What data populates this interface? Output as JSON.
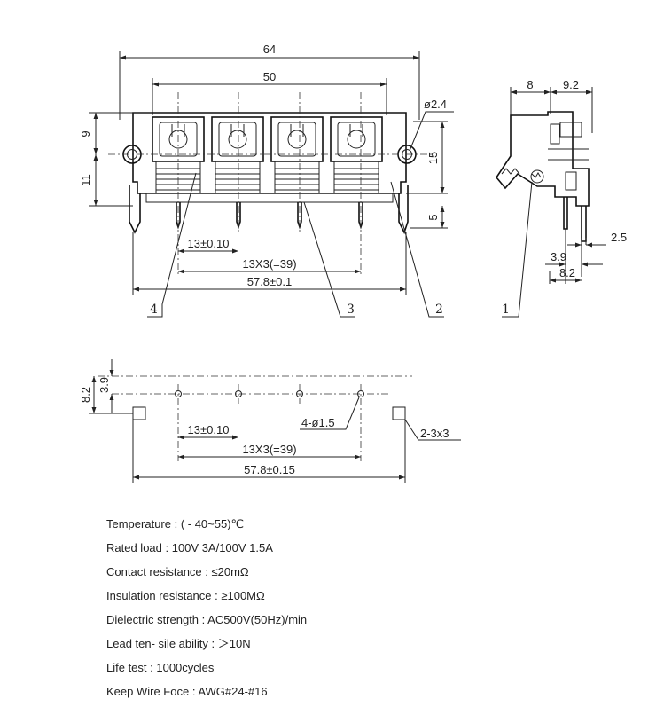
{
  "top_view": {
    "dims": {
      "overall_width": "64",
      "pitch_span": "50",
      "hole_dia": "ø2.4",
      "h_upper": "9",
      "h_lower": "11",
      "h_15": "15",
      "h_5": "5",
      "pitch": "13±0.10",
      "pitch_total": "13X3(=39)",
      "base_width": "57.8±0.1"
    },
    "callouts": [
      "4",
      "3",
      "2"
    ]
  },
  "side_view": {
    "dims": {
      "d8": "8",
      "d92": "9.2",
      "d25": "2.5",
      "d39": "3.9",
      "d82": "8.2"
    },
    "callouts": [
      "1"
    ]
  },
  "footprint": {
    "dims": {
      "v82": "8.2",
      "v39": "3.9",
      "holes": "4-ø1.5",
      "pitch": "13±0.10",
      "pitch_total": "13X3(=39)",
      "base_width": "57.8±0.15",
      "slots": "2-3x3"
    }
  },
  "specs": [
    "Temperature : ( - 40~55)℃",
    "Rated load : 100V 3A/100V 1.5A",
    "Contact resistance : ≤20mΩ",
    "Insulation resistance : ≥100MΩ",
    "Dielectric strength : AC500V(50Hz)/min",
    "Lead ten- sile ability : ＞10N",
    "Life test : 1000cycles",
    "Keep Wire Foce : AWG#24-#16"
  ]
}
